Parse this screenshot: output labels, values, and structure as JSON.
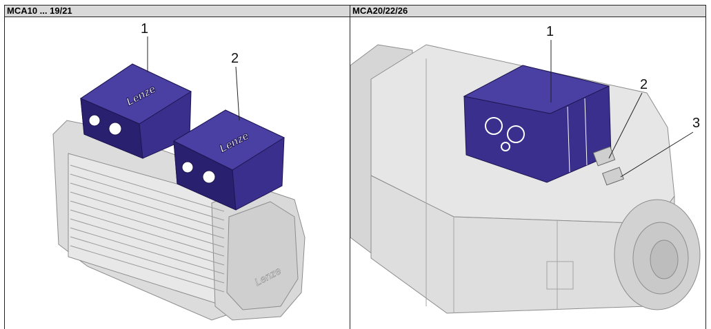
{
  "table": {
    "columns": [
      {
        "header": "MCA10 ... 19/21",
        "callouts": [
          "1",
          "2"
        ],
        "brand_label": "Lenze"
      },
      {
        "header": "MCA20/22/26",
        "callouts": [
          "1",
          "2",
          "3"
        ]
      }
    ]
  },
  "colors": {
    "terminal_box": "#3a2f8c",
    "terminal_box_dark": "#2a2070",
    "motor_body": "#e3e3e3",
    "motor_line": "#8c8c8c",
    "header_bg": "#d9d9d9"
  }
}
